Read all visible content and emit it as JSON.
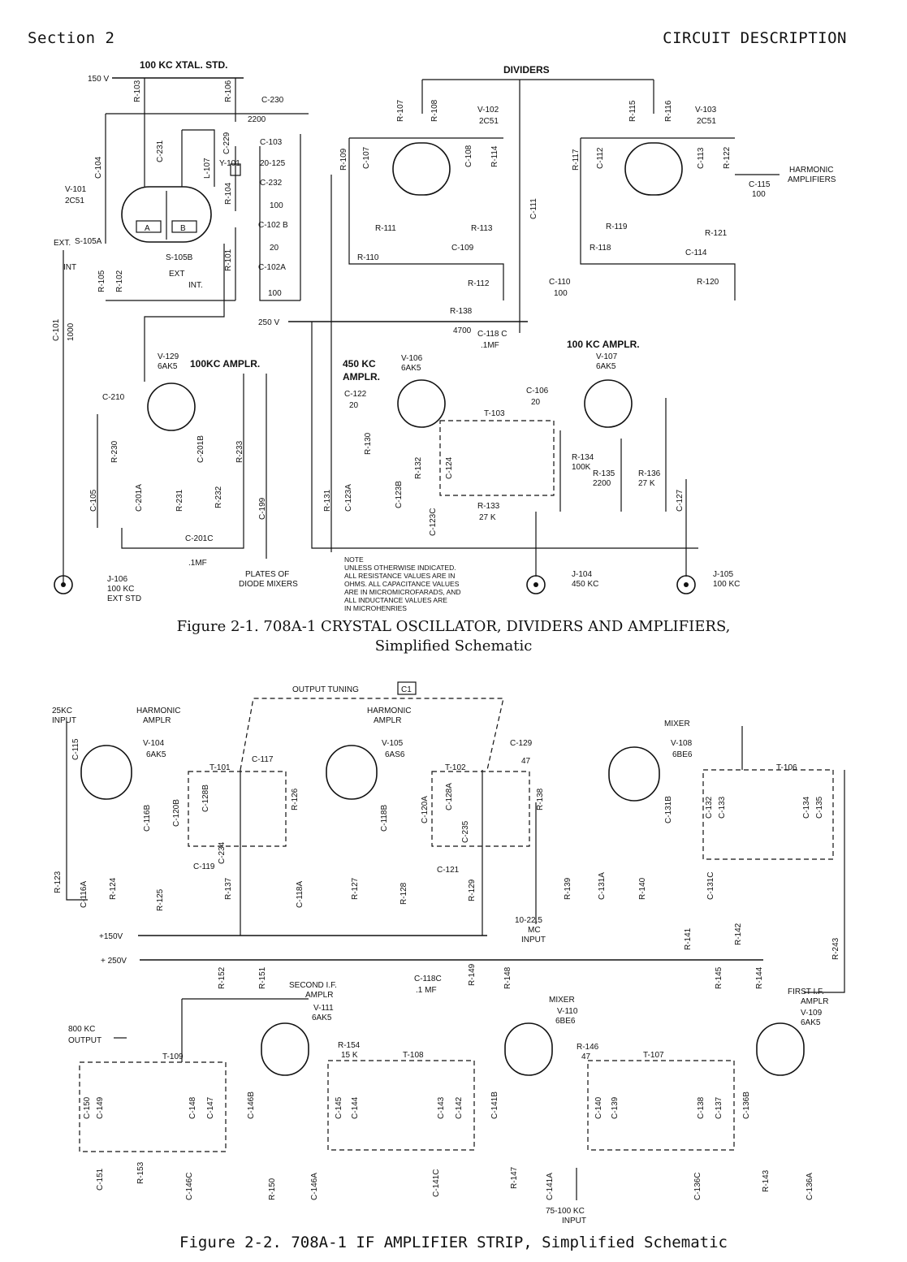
{
  "header": {
    "left": "Section 2",
    "right": "CIRCUIT DESCRIPTION"
  },
  "fig1": {
    "caption_line1": "Figure 2-1.  708A-1 CRYSTAL OSCILLATOR, DIVIDERS AND AMPLIFIERS,",
    "caption_line2": "Simplified Schematic",
    "titles": {
      "xtal": "100 KC XTAL. STD.",
      "dividers": "DIVIDERS",
      "amp100a": "100KC AMPLR.",
      "amp450": "450 KC",
      "amp450b": "AMPLR.",
      "amp100b": "100 KC AMPLR."
    },
    "supplies": {
      "v150": "150 V",
      "v250": "250 V"
    },
    "tubes": {
      "v101": {
        "name": "V-101",
        "type": "2C51"
      },
      "v102": {
        "name": "V-102",
        "type": "2C51"
      },
      "v103": {
        "name": "V-103",
        "type": "2C51"
      },
      "v129": {
        "name": "V-129",
        "type": "6AK5"
      },
      "v106": {
        "name": "V-106",
        "type": "6AK5"
      },
      "v107": {
        "name": "V-107",
        "type": "6AK5"
      }
    },
    "labels": {
      "harmonic": "HARMONIC",
      "amplifiers": "AMPLIFIERS",
      "c115": "C-115",
      "c115v": "100",
      "j106": "J-106",
      "j106a": "100 KC",
      "j106b": "EXT STD",
      "j104": "J-104",
      "j104a": "450 KC",
      "j105": "J-105",
      "j105a": "100 KC",
      "plates1": "PLATES OF",
      "plates2": "DIODE MIXERS",
      "ext": "EXT.",
      "int": "INT",
      "s105a": "S-105A",
      "s105b": "S-105B",
      "ext2": "EXT",
      "int2": "INT.",
      "r103": "R-103",
      "r106": "R-106",
      "c230": "C-230",
      "c230v": "2200",
      "c229": "C-229",
      "y101": "Y-101",
      "c103": "C-103",
      "c103v": "20-125",
      "c232": "C-232",
      "c232v": "100",
      "c102b": "C-102 B",
      "c102bv": "20",
      "c102a": "C-102A",
      "c102av": "100",
      "c104": "C-104",
      "c231": "C-231",
      "l107": "L-107",
      "r104": "R-104",
      "r101": "R-101",
      "r105": "R-105",
      "r102": "R-102",
      "c101": "C-101",
      "c101v": "1000",
      "r107": "R-107",
      "r108": "R-108",
      "r109": "R-109",
      "c107": "C-107",
      "c108": "C-108",
      "r114": "R-114",
      "r111": "R-111",
      "r110": "R-110",
      "c109": "C-109",
      "r113": "R-113",
      "r112": "R-112",
      "c111": "C-111",
      "r115": "R-115",
      "r116": "R-116",
      "r117": "R-117",
      "c112": "C-112",
      "c113": "C-113",
      "r122": "R-122",
      "r119": "R-119",
      "r118": "R-118",
      "c114": "C-114",
      "r121": "R-121",
      "r120": "R-120",
      "c110": "C-110",
      "c110v": "100",
      "r138": "R-138",
      "r138v": "4700",
      "c118c": "C-118 C",
      "c118cv": ".1MF",
      "c210": "C-210",
      "r230": "R-230",
      "c105": "C-105",
      "c201a": "C-201A",
      "r231": "R-231",
      "c201b": "C-201B",
      "r232": "R-232",
      "r233": "R-233",
      "c199": "C-199",
      "c201c": "C-201C",
      "c201cv": ".1MF",
      "c122": "C-122",
      "c122v": "20",
      "r130": "R-130",
      "r131": "R-131",
      "c123a": "C-123A",
      "c123b": "C-123B",
      "r132": "R-132",
      "c123c": "C-123C",
      "c124": "C-124",
      "t103": "T-103",
      "r133": "R-133",
      "r133v": "27 K",
      "c106": "C-106",
      "c106v": "20",
      "r134": "R-134",
      "r134v": "100K",
      "r135": "R-135",
      "r135v": "2200",
      "r136": "R-136",
      "r136v": "27 K",
      "c127": "C-127"
    },
    "note": [
      "NOTE",
      "UNLESS OTHERWISE INDICATED.",
      "ALL RESISTANCE VALUES ARE IN",
      "OHMS. ALL CAPACITANCE VALUES",
      "ARE IN MICROMICROFARADS, AND",
      "ALL INDUCTANCE VALUES ARE",
      "IN MICROHENRIES"
    ]
  },
  "fig2": {
    "caption": "Figure 2-2.  708A-1 IF AMPLIFIER STRIP, Simplified Schematic",
    "titles": {
      "tuning": "OUTPUT  TUNING",
      "c1": "C1",
      "ha1a": "HARMONIC",
      "ha1b": "AMPLR",
      "ha2a": "HARMONIC",
      "ha2b": "AMPLR",
      "mixer1": "MIXER",
      "mixer2": "MIXER",
      "sif1": "SECOND I.F.",
      "sif2": "AMPLR",
      "fif1": "FIRST I.F.",
      "fif2": "AMPLR"
    },
    "inputs": {
      "in25a": "25KC",
      "in25b": "INPUT",
      "mc1": "10-22.5",
      "mc2": "MC",
      "mc3": "INPUT",
      "out800a": "800 KC",
      "out800b": "OUTPUT",
      "in75a": "75-100 KC",
      "in75b": "INPUT"
    },
    "supplies": {
      "v150": "+150V",
      "v250": "+ 250V"
    },
    "tubes": {
      "v104": {
        "name": "V-104",
        "type": "6AK5"
      },
      "v105": {
        "name": "V-105",
        "type": "6AS6"
      },
      "v108": {
        "name": "V-108",
        "type": "6BE6"
      },
      "v111": {
        "name": "V-111",
        "type": "6AK5"
      },
      "v110": {
        "name": "V-110",
        "type": "6BE6"
      },
      "v109": {
        "name": "V-109",
        "type": "6AK5"
      }
    },
    "transformers": {
      "t101": "T-101",
      "t102": "T-102",
      "t106": "T-106",
      "t109": "T-109",
      "t108": "T-108",
      "t107": "T-107"
    },
    "labels": {
      "c115": "C-115",
      "r123": "R-123",
      "c116a": "C-116A",
      "r124": "R-124",
      "c116b": "C-116B",
      "r125": "R-125",
      "c120b": "C-120B",
      "c128b": "C-128B",
      "c234": "C-234",
      "c119": "C-119",
      "r137": "R-137",
      "c117": "C-117",
      "r126": "R-126",
      "c118a": "C-118A",
      "r127": "R-127",
      "c118b": "C-118B",
      "r128": "R-128",
      "c120a": "C-120A",
      "c128a": "C-128A",
      "c235": "C-235",
      "c121": "C-121",
      "r129": "R-129",
      "c129": "C-129",
      "c129v": "47",
      "r138": "R-138",
      "r139": "R-139",
      "c131a": "C-131A",
      "r140": "R-140",
      "c131b": "C-131B",
      "c132": "C-132",
      "c133": "C-133",
      "c134": "C-134",
      "c135": "C-135",
      "c131c": "C-131C",
      "r141": "R-141",
      "r142": "R-142",
      "r243": "R-243",
      "c118c": "C-118C",
      "c118cv": ".1 MF",
      "r152": "R-152",
      "r151": "R-151",
      "r149": "R-149",
      "r148": "R-148",
      "r145": "R-145",
      "r144": "R-144",
      "r154": "R-154",
      "r154v": "15 K",
      "r146": "R-146",
      "r146v": "47",
      "c150": "C-150",
      "c149": "C-149",
      "c148": "C-148",
      "c147": "C-147",
      "c151": "C-151",
      "r153": "R-153",
      "c146c": "C-146C",
      "c146b": "C-146B",
      "r150": "R-150",
      "c146a": "C-146A",
      "c145": "C-145",
      "c144": "C-144",
      "c143": "C-143",
      "c142": "C-142",
      "c141c": "C-141C",
      "c141b": "C-141B",
      "r147": "R-147",
      "c141a": "C-141A",
      "c140": "C-140",
      "c139": "C-139",
      "c138": "C-138",
      "c137": "C-137",
      "c136c": "C-136C",
      "c136b": "C-136B",
      "r143": "R-143",
      "c136a": "C-136A"
    }
  }
}
